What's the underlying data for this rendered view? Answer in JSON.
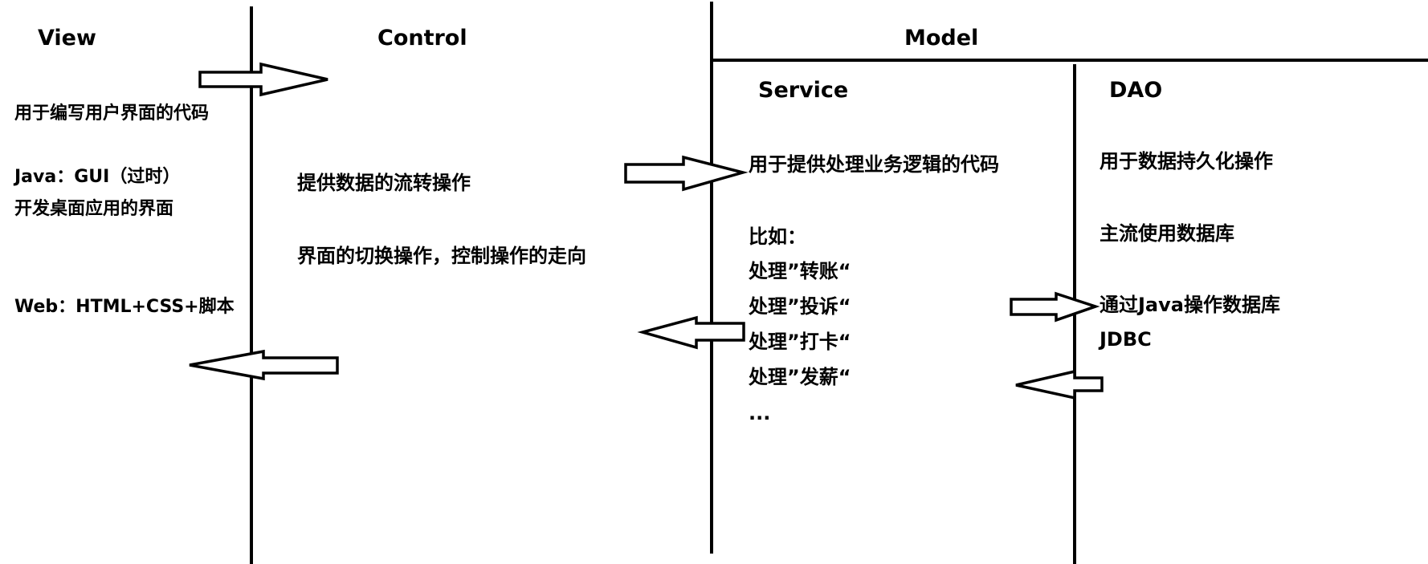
{
  "view": {
    "heading": "View",
    "lines": [
      "用于编写用户界面的代码",
      "Java：GUI（过时）",
      "开发桌面应用的界面",
      "Web：HTML+CSS+脚本"
    ]
  },
  "control": {
    "heading": "Control",
    "lines": [
      "提供数据的流转操作",
      "界面的切换操作，控制操作的走向"
    ]
  },
  "model": {
    "heading": "Model",
    "service": {
      "heading": "Service",
      "lines": [
        "用于提供处理业务逻辑的代码",
        "比如：",
        "处理”转账“",
        "处理”投诉“",
        "处理”打卡“",
        "处理”发薪“",
        "..."
      ]
    },
    "dao": {
      "heading": "DAO",
      "lines": [
        "用于数据持久化操作",
        "主流使用数据库",
        "通过Java操作数据库",
        "JDBC"
      ]
    }
  }
}
